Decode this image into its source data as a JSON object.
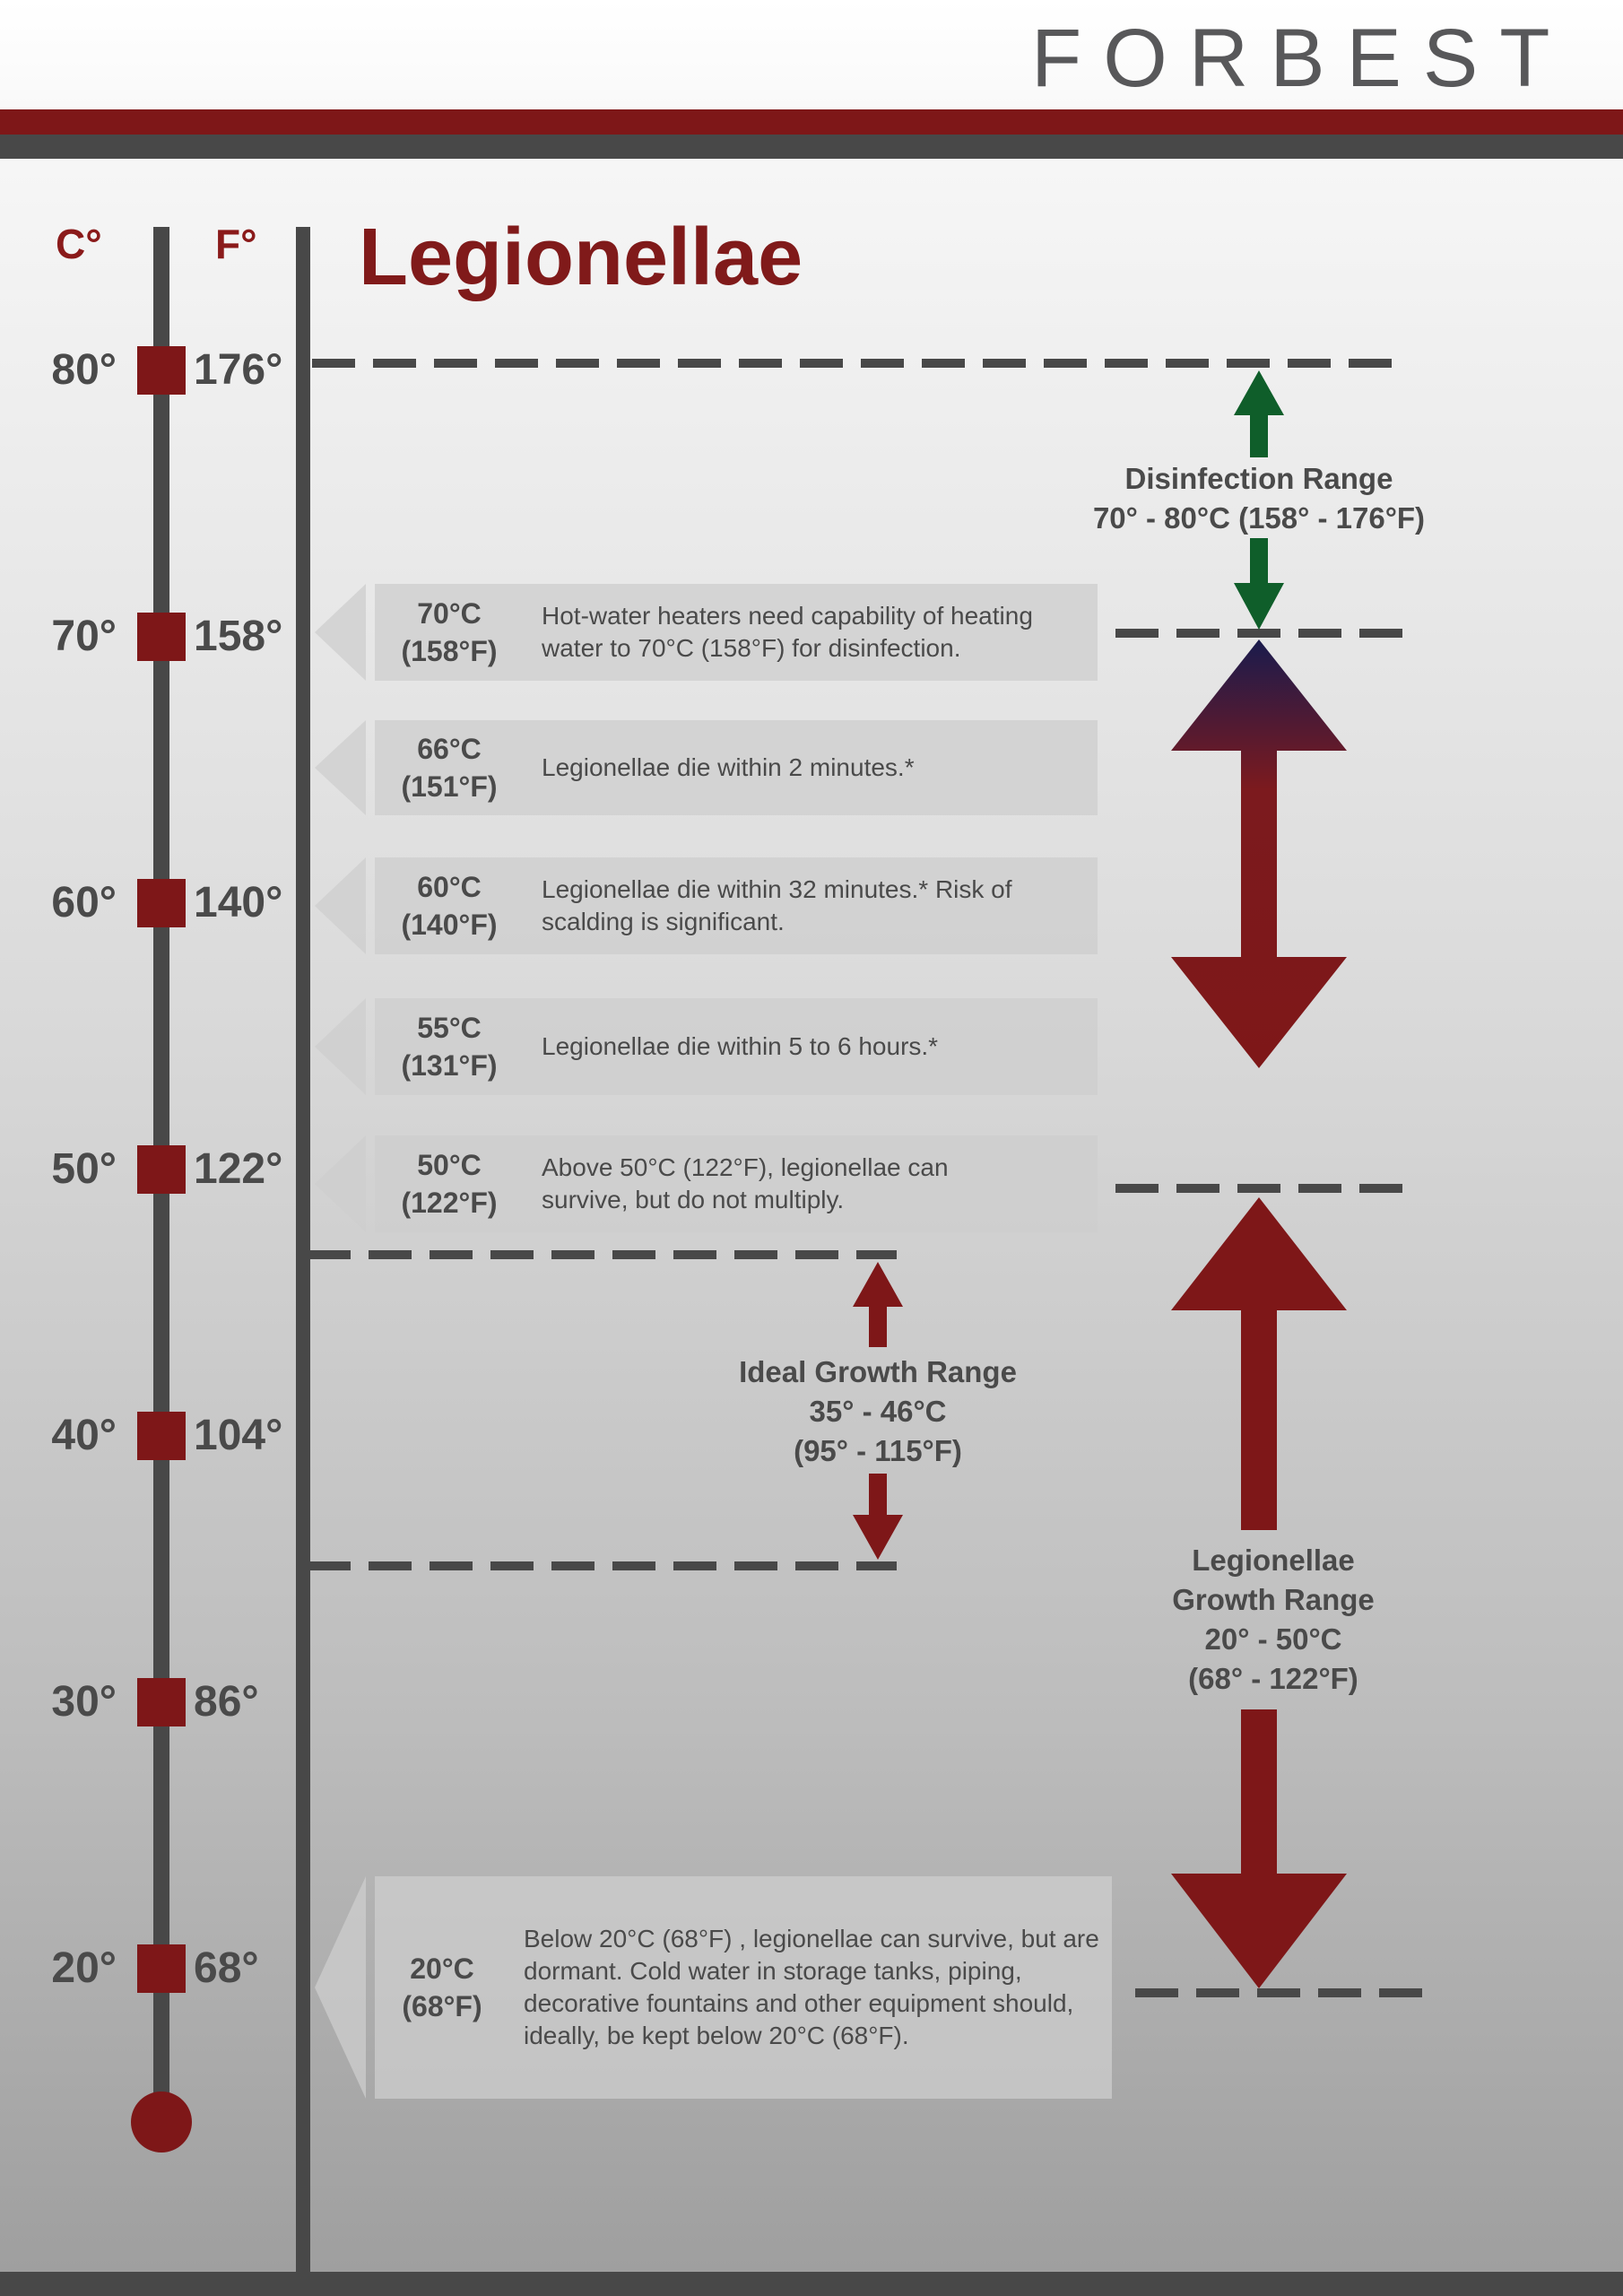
{
  "brand": {
    "logo_text": "FORBEST",
    "accent": "#7e1718",
    "logo_ring": "#c8202f"
  },
  "header": {
    "title": "Legionellae",
    "unit_c": "C°",
    "unit_f": "F°"
  },
  "scale": [
    {
      "c": "80°",
      "f": "176°"
    },
    {
      "c": "70°",
      "f": "158°"
    },
    {
      "c": "60°",
      "f": "140°"
    },
    {
      "c": "50°",
      "f": "122°"
    },
    {
      "c": "40°",
      "f": "104°"
    },
    {
      "c": "30°",
      "f": "86°"
    },
    {
      "c": "20°",
      "f": "68°"
    }
  ],
  "notes": [
    {
      "temp_c": "70°C",
      "temp_f": "(158°F)",
      "text": "Hot-water heaters need capability of heating water to 70°C (158°F) for disinfection."
    },
    {
      "temp_c": "66°C",
      "temp_f": "(151°F)",
      "text": "Legionellae die within 2 minutes.*"
    },
    {
      "temp_c": "60°C",
      "temp_f": "(140°F)",
      "text": "Legionellae die within 32 minutes.* Risk of scalding is significant."
    },
    {
      "temp_c": "55°C",
      "temp_f": "(131°F)",
      "text": "Legionellae die within 5 to 6 hours.*"
    },
    {
      "temp_c": "50°C",
      "temp_f": "(122°F)",
      "text": "Above 50°C (122°F), legionellae can survive, but do not multiply."
    },
    {
      "temp_c": "20°C",
      "temp_f": "(68°F)",
      "text": "Below 20°C (68°F) , legionellae can survive, but are dormant. Cold water in storage tanks, piping, decorative fountains and other equipment should, ideally, be kept below 20°C (68°F)."
    }
  ],
  "ranges": {
    "disinfection": {
      "line1": "Disinfection Range",
      "line2": "70° - 80°C (158° - 176°F)",
      "color": "#0f5e2a"
    },
    "ideal": {
      "line1": "Ideal Growth Range",
      "line2": "35° - 46°C",
      "line3": "(95° - 115°F)"
    },
    "growth": {
      "line1": "Legionellae",
      "line2": "Growth Range",
      "line3": "20° - 50°C",
      "line4": "(68° - 122°F)"
    }
  }
}
